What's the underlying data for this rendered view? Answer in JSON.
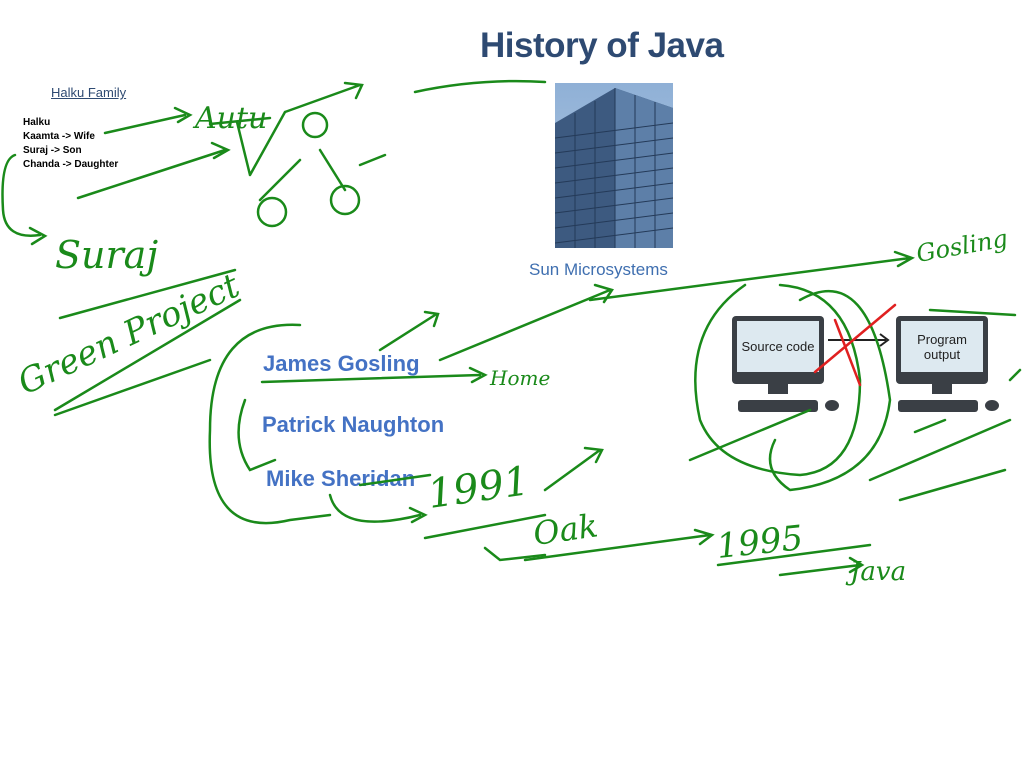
{
  "slide": {
    "title": "History of Java",
    "family_title": "Halku Family",
    "family_members": [
      "Halku",
      "Kaamta -> Wife",
      "Suraj -> Son",
      "Chanda -> Daughter"
    ],
    "image_caption": "Sun Microsystems",
    "names": [
      "James Gosling",
      "Patrick Naughton",
      "Mike Sheridan"
    ],
    "diagram": {
      "left_screen": "Source code",
      "right_screen": "Program output"
    }
  },
  "annotations": {
    "color": "#1a8a1a",
    "cross_color": "#e02020",
    "words": [
      "Autu",
      "Suraj",
      "Green Project",
      "Gosling",
      "Home",
      "1991",
      "Oak",
      "1995",
      "Java"
    ]
  }
}
